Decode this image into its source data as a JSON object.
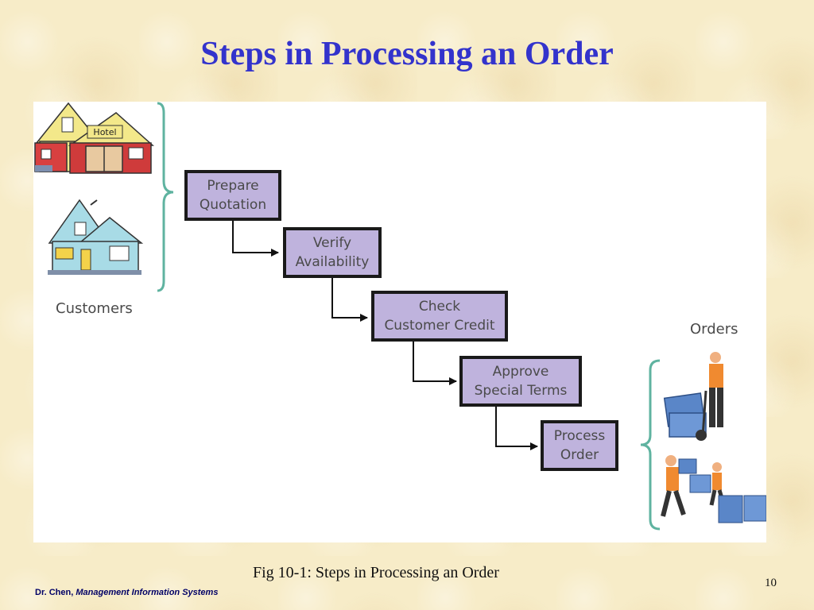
{
  "slide": {
    "title": "Steps in Processing an Order",
    "caption": "Fig 10-1: Steps in Processing an Order",
    "page_number": "10",
    "footer_author": "Dr. Chen,",
    "footer_course": "Management Information Systems"
  },
  "diagram": {
    "customers_label": "Customers",
    "orders_label": "Orders",
    "hotel_sign": "Hotel",
    "steps": [
      {
        "line1": "Prepare",
        "line2": "Quotation"
      },
      {
        "line1": "Verify",
        "line2": "Availability"
      },
      {
        "line1": "Check",
        "line2": "Customer Credit"
      },
      {
        "line1": "Approve",
        "line2": "Special Terms"
      },
      {
        "line1": "Process",
        "line2": "Order"
      }
    ],
    "colors": {
      "box_fill": "#bfb3dd",
      "box_border": "#1a1a1a",
      "bracket": "#5fb3a0",
      "title": "#3333cc"
    }
  }
}
